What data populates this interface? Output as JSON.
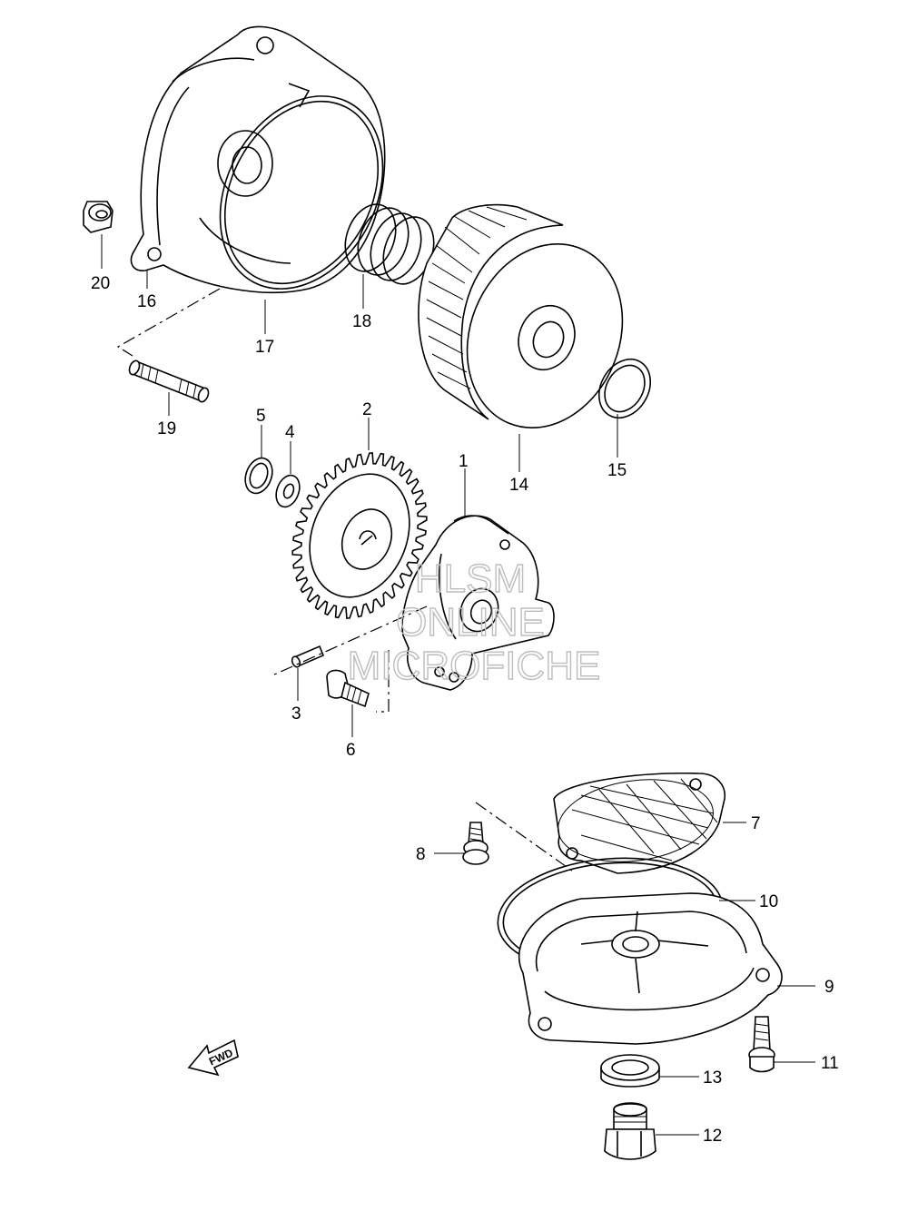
{
  "callouts": {
    "c1": "1",
    "c2": "2",
    "c3": "3",
    "c4": "4",
    "c5": "5",
    "c6": "6",
    "c7": "7",
    "c8": "8",
    "c9": "9",
    "c10": "10",
    "c11": "11",
    "c12": "12",
    "c13": "13",
    "c14": "14",
    "c15": "15",
    "c16": "16",
    "c17": "17",
    "c18": "18",
    "c19": "19",
    "c20": "20"
  },
  "watermark": {
    "line1": "HLSM",
    "line2": "ONLINE",
    "line3": "MICROFICHE"
  },
  "direction_marker": {
    "label": "FWD"
  }
}
